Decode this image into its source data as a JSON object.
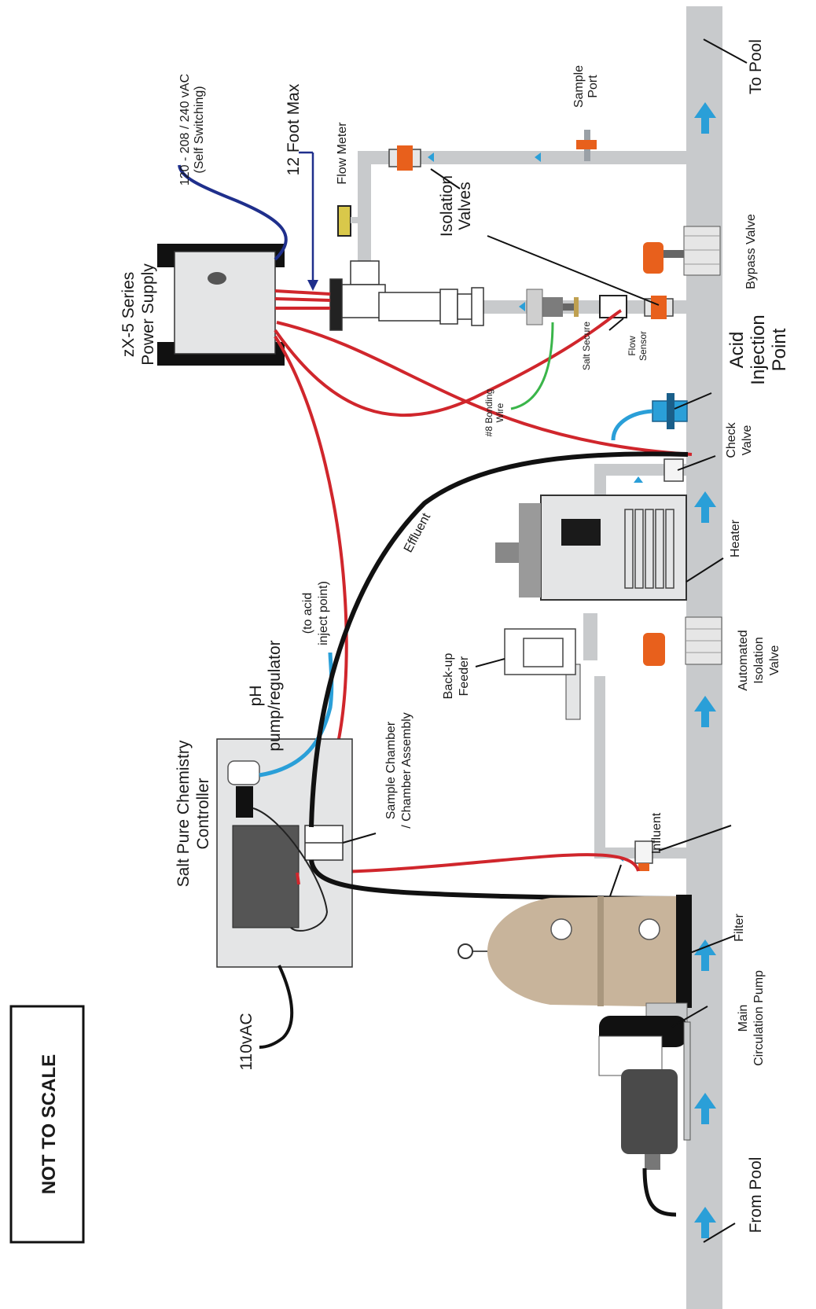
{
  "not_to_scale": "NOT TO SCALE",
  "labels": {
    "to_pool": "To Pool",
    "from_pool": "From Pool",
    "power_supply": [
      "zX-5 Series",
      "Power Supply"
    ],
    "voltage": [
      "120 - 208 / 240 vAC",
      "(Self Switching)"
    ],
    "twelve_foot": "12 Foot Max",
    "flow_meter": "Flow Meter",
    "sample_port": [
      "Sample",
      "Port"
    ],
    "isolation_valves": [
      "Isolation",
      "Valves"
    ],
    "bypass_valve": "Bypass Valve",
    "salt_secure": "Salt Secure",
    "flow_sensor": [
      "Flow",
      "Sensor"
    ],
    "bonding_wire": [
      "#8 Bonding",
      "Wire"
    ],
    "acid_injection": [
      "Acid",
      "Injection",
      "Point"
    ],
    "check_valve": [
      "Check",
      "Valve"
    ],
    "heater": "Heater",
    "effluent": "Effluent",
    "ph_pump": [
      "pH",
      "pump/regulator"
    ],
    "to_acid": [
      "(to acid",
      "inject point)"
    ],
    "back_up_feeder": [
      "Back-up",
      "Feeder"
    ],
    "automated_isolation": [
      "Automated",
      "Isolation",
      "Valve"
    ],
    "sample_chamber": [
      "Sample Chamber",
      "/ Chamber Assembly"
    ],
    "influent": "Influent",
    "controller": [
      "Salt Pure Chemistry",
      "Controller"
    ],
    "filter": "Filter",
    "main_pump": [
      "Main",
      "Circulation Pump"
    ],
    "vac110": "110vAC"
  },
  "colors": {
    "pipe": "#c8cacc",
    "flow_arrow": "#2a9fd8",
    "red_wire": "#d0262c",
    "blue_wire": "#1f2f8c",
    "green_wire": "#3ab54a",
    "valve_orange": "#e8601c",
    "filter_tan": "#c8b49b",
    "box_grey": "#e4e5e6",
    "dark": "#3a3a3a"
  }
}
